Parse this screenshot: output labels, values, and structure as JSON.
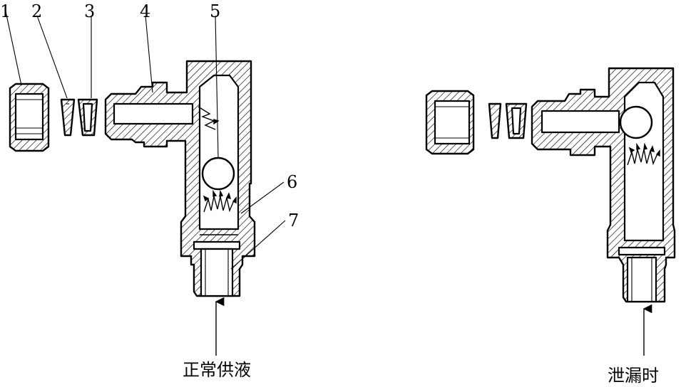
{
  "labels": {
    "part1": "1",
    "part2": "2",
    "part3": "3",
    "part4": "4",
    "part5": "5",
    "part6": "6",
    "part7": "7"
  },
  "captions": {
    "normal_supply": "正常供液",
    "leak": "泄漏时"
  }
}
